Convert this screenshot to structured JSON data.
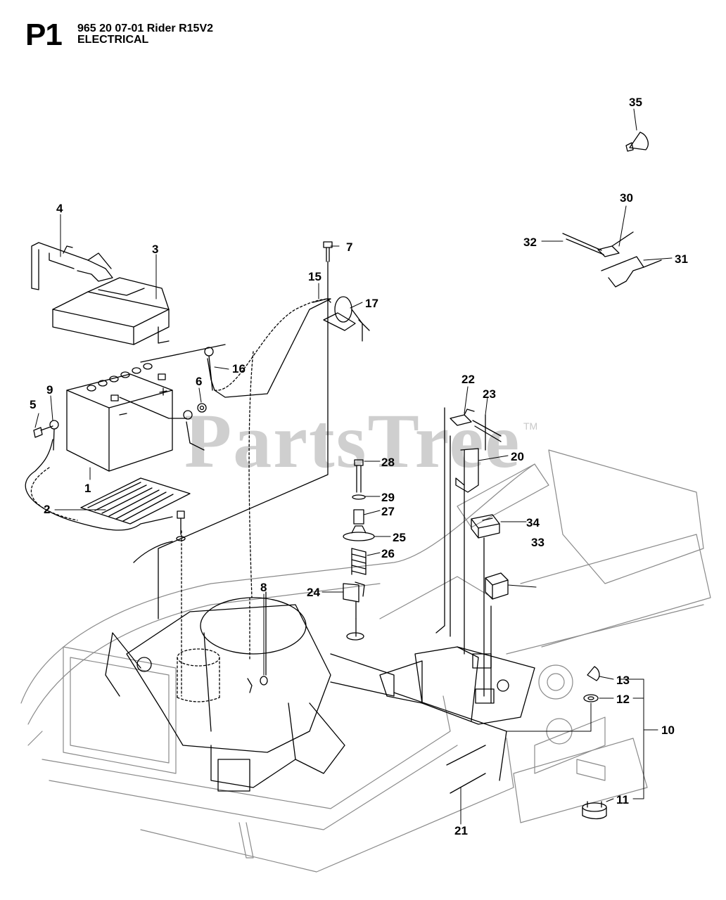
{
  "header": {
    "page_code": "P1",
    "model_line": "965 20 07-01 Rider R15V2",
    "section": "ELECTRICAL"
  },
  "watermark": {
    "text": "PartsTree",
    "trademark": "TM"
  },
  "callouts": {
    "c1": "1",
    "c2": "2",
    "c3": "3",
    "c4": "4",
    "c5": "5",
    "c6": "6",
    "c7": "7",
    "c8": "8",
    "c9": "9",
    "c10": "10",
    "c11": "11",
    "c12": "12",
    "c13": "13",
    "c15": "15",
    "c16": "16",
    "c17": "17",
    "c20": "20",
    "c21": "21",
    "c22": "22",
    "c23": "23",
    "c24": "24",
    "c25": "25",
    "c26": "26",
    "c27": "27",
    "c28": "28",
    "c29": "29",
    "c30": "30",
    "c31": "31",
    "c32": "32",
    "c33": "33",
    "c34": "34",
    "c35": "35"
  },
  "colors": {
    "line": "#000000",
    "frame": "#9a9a9a",
    "watermark": "#cfcfcf"
  }
}
